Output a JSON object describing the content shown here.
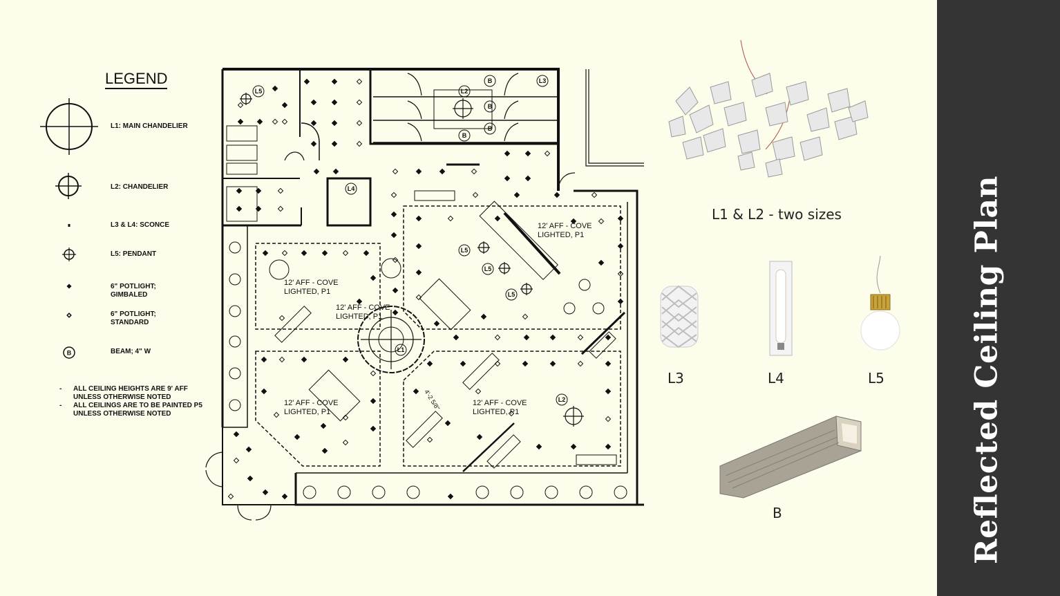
{
  "legend": {
    "title": "LEGEND",
    "items": [
      {
        "key": "l1",
        "label": "L1: MAIN CHANDELIER",
        "icon": "main-chandelier-icon"
      },
      {
        "key": "l2",
        "label": "L2: CHANDELIER",
        "icon": "chandelier-icon"
      },
      {
        "key": "l3l4",
        "label": "L3 & L4: SCONCE",
        "icon": "sconce-icon"
      },
      {
        "key": "l5",
        "label": "L5: PENDANT",
        "icon": "pendant-icon"
      },
      {
        "key": "gimbaled",
        "label": "6\" POTLIGHT; GIMBALED",
        "icon": "potlight-gimbaled-icon"
      },
      {
        "key": "standard",
        "label": "6\" POTLIGHT; STANDARD",
        "icon": "potlight-standard-icon"
      },
      {
        "key": "beam",
        "label": "BEAM; 4\" W",
        "icon": "beam-icon"
      }
    ],
    "notes": [
      "ALL CEILING HEIGHTS ARE 9' AFF UNLESS OTHERWISE NOTED",
      "ALL CEILINGS ARE TO BE PAINTED P5 UNLESS OTHERWISE NOTED"
    ]
  },
  "plan": {
    "cove_label_1": "12' AFF - COVE",
    "cove_label_2": "LIGHTED, P1",
    "dimension": "4'-2 5/8\"",
    "tags": {
      "l1": "L1",
      "l2": "L2",
      "l3": "L3",
      "l4": "L4",
      "l5": "L5",
      "b": "B"
    }
  },
  "fixtures": {
    "l1_l2_caption": "L1 & L2 - two sizes",
    "l3_caption": "L3",
    "l4_caption": "L4",
    "l5_caption": "L5",
    "b_caption": "B"
  },
  "sidebar": {
    "title": "Reflected Ceiling Plan"
  },
  "colors": {
    "background": "#fdfdec",
    "sidebar": "#343434",
    "line": "#111111"
  }
}
